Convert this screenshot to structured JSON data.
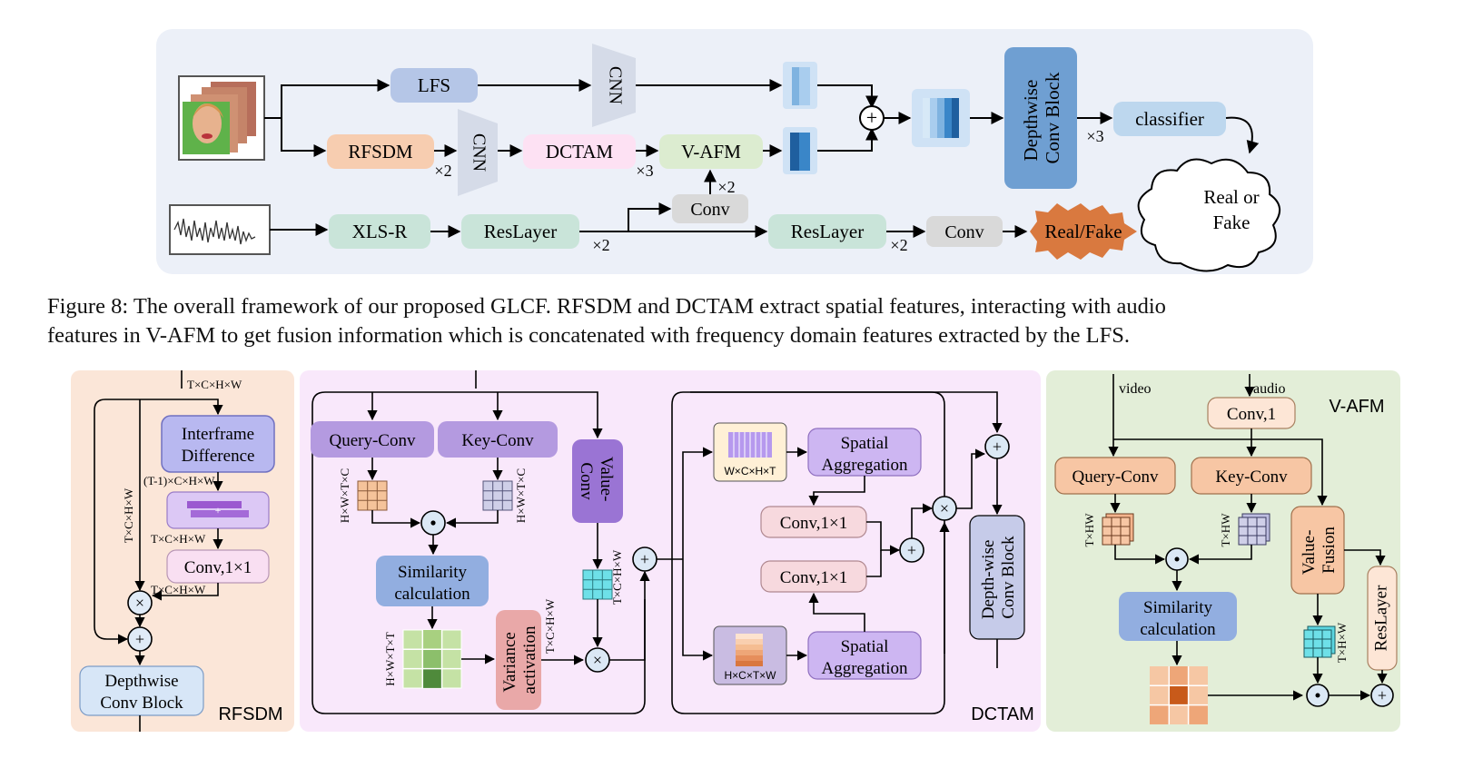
{
  "top": {
    "lfs": "LFS",
    "cnn": "CNN",
    "rfsdm": "RFSDM",
    "dctam": "DCTAM",
    "vafm": "V-AFM",
    "times2": "×2",
    "times3": "×3",
    "depthwise_l1": "Depthwise",
    "depthwise_l2": "Conv Block",
    "classifier": "classifier",
    "real_or": "Real or",
    "fake": "Fake",
    "xlsr": "XLS-R",
    "reslayer": "ResLayer",
    "conv": "Conv",
    "realfake": "Real/Fake",
    "plus": "+"
  },
  "caption": {
    "line1": "Figure 8: The overall framework of our proposed GLCF. RFSDM and DCTAM extract spatial features, interacting with audio",
    "line2": "features in V-AFM to get fusion information which is concatenated with frequency domain features extracted by the LFS."
  },
  "rfsdm": {
    "title": "RFSDM",
    "dim_in": "T×C×H×W",
    "interframe_l1": "Interframe",
    "interframe_l2": "Difference",
    "dim_diff": "(T-1)×C×H×W",
    "dim_side": "T×C×H×W",
    "dim_pad": "T×C×H×W",
    "conv11": "Conv,1×1",
    "dim_conv": "T×C×H×W",
    "depthwise_l1": "Depthwise",
    "depthwise_l2": "Conv Block"
  },
  "dctam": {
    "title": "DCTAM",
    "query": "Query-Conv",
    "key": "Key-Conv",
    "value_l1": "Value-",
    "value_l2": "Conv",
    "dim_q": "H×W×T×C",
    "dim_k": "H×W×T×C",
    "dim_v": "T×C×H×W",
    "similarity_l1": "Similarity",
    "similarity_l2": "calculation",
    "dim_sim": "H×W×T×T",
    "variance_l1": "Variance",
    "variance_l2": "activation",
    "dim_var": "T×C×H×W",
    "feat1": "W×C×H×T",
    "feat2": "H×C×T×W",
    "spatial_l1": "Spatial",
    "spatial_l2": "Aggregation",
    "conv11": "Conv,1×1",
    "depthwise_l1": "Depth-wise",
    "depthwise_l2": "Conv Block"
  },
  "vafm": {
    "title": "V-AFM",
    "video": "video",
    "audio": "audio",
    "conv1": "Conv,1",
    "query": "Query-Conv",
    "key": "Key-Conv",
    "value_l1": "Value-",
    "value_l2": "Fusion",
    "reslayer": "ResLayer",
    "dim_q": "T×HW",
    "dim_k": "T×HW",
    "dim_v": "T×H×W",
    "similarity_l1": "Similarity",
    "similarity_l2": "calculation"
  },
  "colors": {
    "top_bg": "#ecf0f8",
    "rfsdm_bg": "#fbe6d8",
    "dctam_bg": "#f9e8fb",
    "vafm_bg": "#e3eed8",
    "lfs": "#b5c6e7",
    "rfsdm_box": "#f7cdb0",
    "dctam_box": "#fde1f3",
    "vafm_box": "#dcecd0",
    "green_box": "#c9e4d9",
    "gray_box": "#d9d9d9",
    "depthwise": "#6f9fd2",
    "classifier": "#bdd7ee",
    "realfake": "#d9793f",
    "purple": "#b49ae0",
    "lavender": "#cdb6f2",
    "blue_box": "#92aee0",
    "peach": "#f7c6a4",
    "pink": "#f7d9de",
    "rose": "#e9a8a8"
  }
}
